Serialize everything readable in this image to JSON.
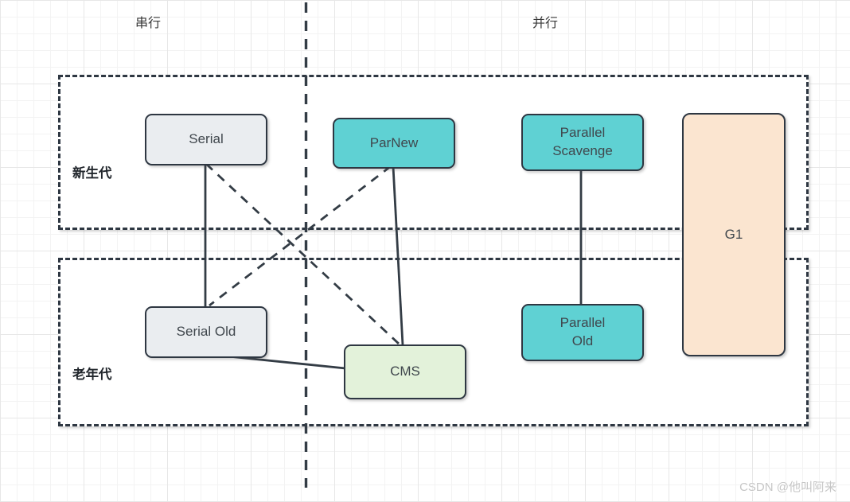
{
  "column_headers": {
    "serial": "串行",
    "parallel": "并行"
  },
  "generation_rows": [
    {
      "label": "新生代"
    },
    {
      "label": "老年代"
    }
  ],
  "nodes": {
    "serial": {
      "label": "Serial",
      "fill": "#EAEDF0",
      "row": "新生代",
      "column": "串行"
    },
    "parnew": {
      "label": "ParNew",
      "fill": "#5FD1D3",
      "row": "新生代",
      "column": "并行"
    },
    "parallel_scavenge": {
      "label": "Parallel\nScavenge",
      "fill": "#5FD1D3",
      "row": "新生代",
      "column": "并行"
    },
    "g1": {
      "label": "G1",
      "fill": "#FBE5D0",
      "row": "新生代/老年代",
      "column": "并行"
    },
    "serial_old": {
      "label": "Serial Old",
      "fill": "#EAEDF0",
      "row": "老年代",
      "column": "串行"
    },
    "cms": {
      "label": "CMS",
      "fill": "#E3F2DA",
      "row": "老年代",
      "column": "并行"
    },
    "parallel_old": {
      "label": "Parallel\nOld",
      "fill": "#5FD1D3",
      "row": "老年代",
      "column": "并行"
    }
  },
  "edges": [
    {
      "from": "Serial",
      "to": "Serial Old",
      "style": "solid"
    },
    {
      "from": "Serial",
      "to": "CMS",
      "style": "dashed"
    },
    {
      "from": "ParNew",
      "to": "Serial Old",
      "style": "dashed"
    },
    {
      "from": "ParNew",
      "to": "CMS",
      "style": "solid"
    },
    {
      "from": "Parallel Scavenge",
      "to": "Parallel Old",
      "style": "solid"
    },
    {
      "from": "Serial Old",
      "to": "CMS",
      "style": "solid"
    }
  ],
  "watermark": "CSDN @他叫阿来",
  "colors": {
    "node_teal": "#5FD1D3",
    "node_gray": "#EAEDF0",
    "node_green": "#E3F2DA",
    "node_peach": "#FBE5D0",
    "outline": "#2E3742",
    "grid_line": "#F3F3F3"
  }
}
